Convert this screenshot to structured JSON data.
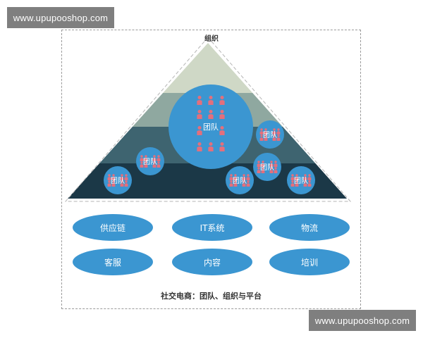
{
  "watermark": {
    "top": "www.upupooshop.com",
    "bottom": "www.upupooshop.com"
  },
  "pyramid": {
    "apex_label": "组织",
    "band_colors": [
      "#cfd8c6",
      "#8fa8a0",
      "#3e6470",
      "#1b3847"
    ],
    "bubble_color": "#3b96d1",
    "person_color": "#e46f7c",
    "big_team_label": "团队",
    "small_team_labels": [
      "团队",
      "团队",
      "团队",
      "团队",
      "团队",
      "团队"
    ]
  },
  "functions": {
    "row1": [
      "供应链",
      "IT系统",
      "物流"
    ],
    "row2": [
      "客服",
      "内容",
      "培训"
    ]
  },
  "caption": "社交电商：团队、组织与平台"
}
